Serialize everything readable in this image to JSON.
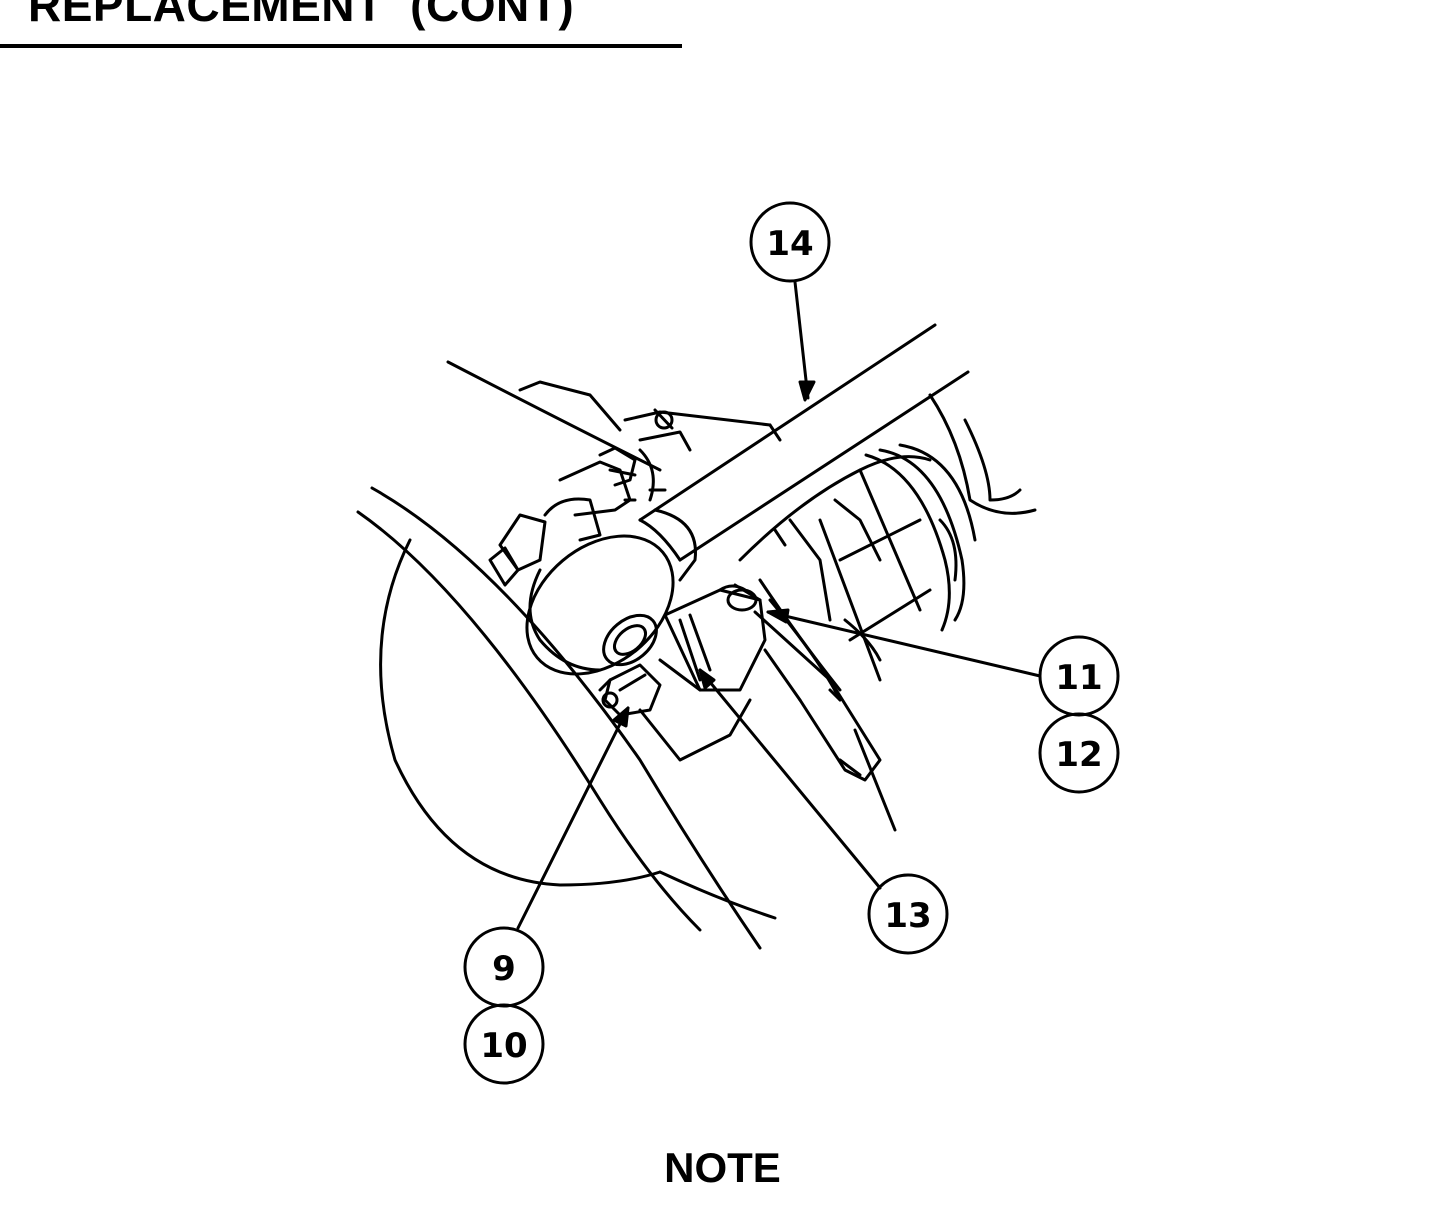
{
  "header": {
    "title": "REPLACEMENT  (CONT)"
  },
  "figure": {
    "callouts": {
      "c9": "9",
      "c10": "10",
      "c11": "11",
      "c12": "12",
      "c13": "13",
      "c14": "14"
    }
  },
  "note": {
    "heading": "NOTE"
  }
}
